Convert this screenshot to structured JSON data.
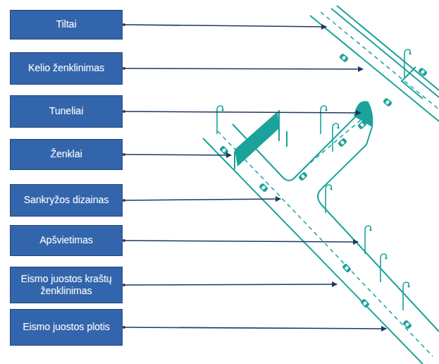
{
  "diagram": {
    "nodes": [
      {
        "text": [
          "Tiltai"
        ]
      },
      {
        "text": [
          "Kelio ženklinimas"
        ]
      },
      {
        "text": [
          "Tuneliai"
        ]
      },
      {
        "text": [
          "Ženklai"
        ]
      },
      {
        "text": [
          "Sankryžos dizainas"
        ]
      },
      {
        "text": [
          "Apšvietimas"
        ]
      },
      {
        "text": [
          "Eismo juostos kraštų ženklinimas"
        ]
      },
      {
        "text": [
          "Eismo juostos plotis"
        ]
      }
    ]
  }
}
